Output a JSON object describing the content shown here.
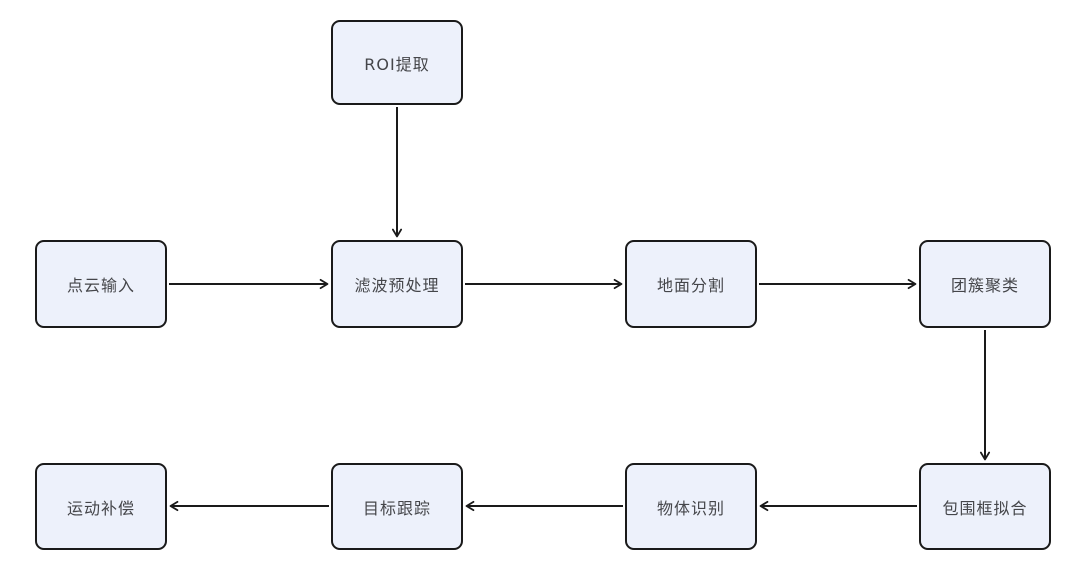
{
  "diagram": {
    "type": "flowchart",
    "nodes": [
      {
        "id": "roi-extraction",
        "label": "ROI提取"
      },
      {
        "id": "point-cloud-input",
        "label": "点云输入"
      },
      {
        "id": "filter-preprocessing",
        "label": "滤波预处理"
      },
      {
        "id": "ground-segmentation",
        "label": "地面分割"
      },
      {
        "id": "cluster-clustering",
        "label": "团簇聚类"
      },
      {
        "id": "bounding-box-fitting",
        "label": "包围框拟合"
      },
      {
        "id": "object-recognition",
        "label": "物体识别"
      },
      {
        "id": "target-tracking",
        "label": "目标跟踪"
      },
      {
        "id": "motion-compensation",
        "label": "运动补偿"
      }
    ],
    "edges": [
      {
        "from": "ROI提取",
        "to": "滤波预处理",
        "direction": "down"
      },
      {
        "from": "点云输入",
        "to": "滤波预处理",
        "direction": "right"
      },
      {
        "from": "滤波预处理",
        "to": "地面分割",
        "direction": "right"
      },
      {
        "from": "地面分割",
        "to": "团簇聚类",
        "direction": "right"
      },
      {
        "from": "团簇聚类",
        "to": "包围框拟合",
        "direction": "down"
      },
      {
        "from": "包围框拟合",
        "to": "物体识别",
        "direction": "left"
      },
      {
        "from": "物体识别",
        "to": "目标跟踪",
        "direction": "left"
      },
      {
        "from": "目标跟踪",
        "to": "运动补偿",
        "direction": "left"
      }
    ],
    "colors": {
      "node_fill": "#edf1fb",
      "node_border": "#1a1a1a",
      "node_text": "#45464a",
      "arrow": "#1a1a1a",
      "background": "#ffffff"
    }
  }
}
